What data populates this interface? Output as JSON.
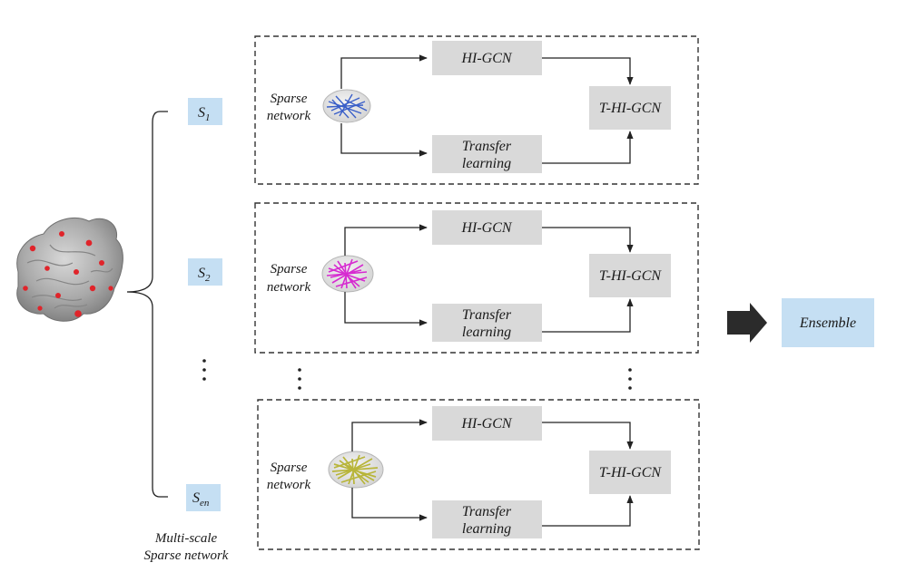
{
  "left": {
    "scales": [
      {
        "main": "S",
        "sub": "1"
      },
      {
        "main": "S",
        "sub": "2"
      },
      {
        "main": "S",
        "sub": "en"
      }
    ],
    "caption_line1": "Multi-scale",
    "caption_line2": "Sparse network"
  },
  "modules": [
    {
      "sparse_line1": "Sparse",
      "sparse_line2": "network",
      "hi_gcn": "HI-GCN",
      "t_hi_gcn": "T-HI-GCN",
      "transfer_line1": "Transfer",
      "transfer_line2": "learning",
      "network_color": "#3a5fc8"
    },
    {
      "sparse_line1": "Sparse",
      "sparse_line2": "network",
      "hi_gcn": "HI-GCN",
      "t_hi_gcn": "T-HI-GCN",
      "transfer_line1": "Transfer",
      "transfer_line2": "learning",
      "network_color": "#d62bd0"
    },
    {
      "sparse_line1": "Sparse",
      "sparse_line2": "network",
      "hi_gcn": "HI-GCN",
      "t_hi_gcn": "T-HI-GCN",
      "transfer_line1": "Transfer",
      "transfer_line2": "learning",
      "network_color": "#b8b53a"
    }
  ],
  "ensemble": "Ensemble",
  "colors": {
    "gray_box": "#d9d9d9",
    "blue_box": "#c5dff3",
    "node_red": "#e0242a",
    "arrow": "#2b2b2b"
  }
}
